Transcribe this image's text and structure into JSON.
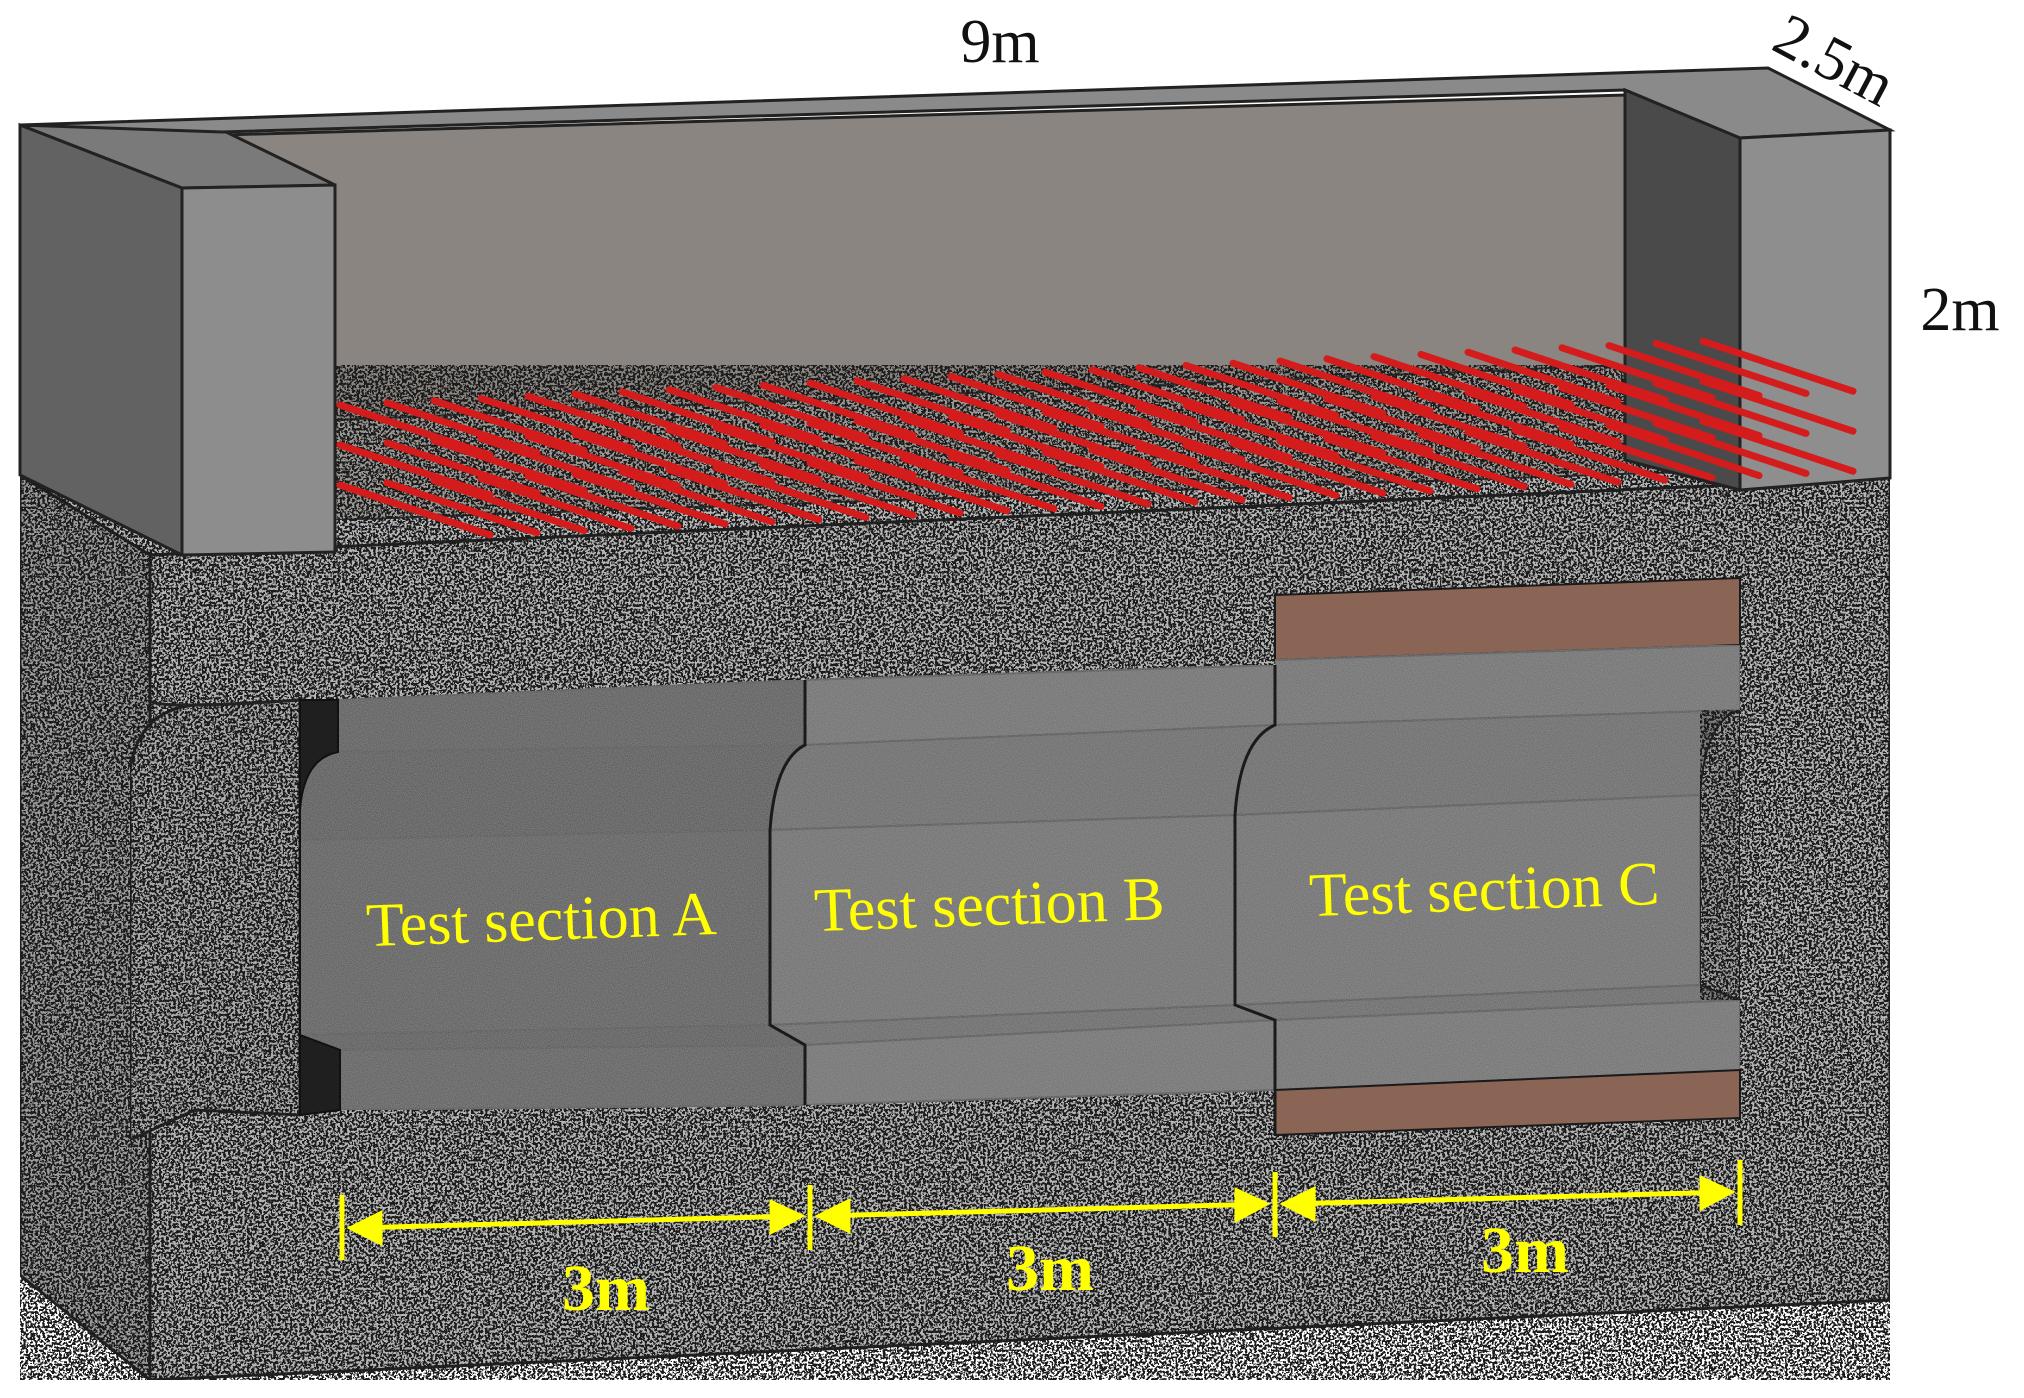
{
  "dimensions": {
    "length": "9m",
    "width": "2.5m",
    "height": "2m"
  },
  "sections": [
    {
      "label": "Test section A",
      "length_label": "3m"
    },
    {
      "label": "Test section B",
      "length_label": "3m"
    },
    {
      "label": "Test section C",
      "length_label": "3m"
    }
  ],
  "colors": {
    "wall_gray": "#8f8f8f",
    "concrete_gray": "#595959",
    "lining_dark": "#2d2d2d",
    "anchor_red": "#d41c1c",
    "brown_band": "#8a6455",
    "annotation_yellow": "#ffff00"
  }
}
